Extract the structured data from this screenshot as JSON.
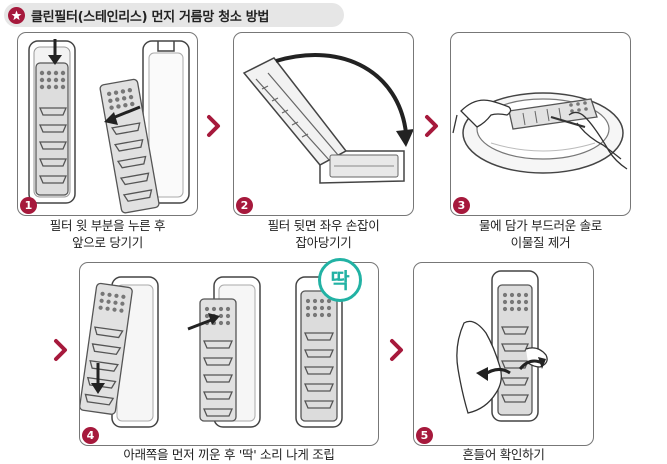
{
  "title": "클린필터(스테인리스) 먼지 거름망 청소 방법",
  "steps": [
    {
      "number": "1",
      "caption_line1": "필터 윗 부분을 누른 후",
      "caption_line2": "앞으로 당기기"
    },
    {
      "number": "2",
      "caption_line1": "필터 뒷면 좌우 손잡이",
      "caption_line2": "잡아당기기"
    },
    {
      "number": "3",
      "caption_line1": "물에 담가 부드러운 솔로",
      "caption_line2": "이물질 제거"
    },
    {
      "number": "4",
      "caption_line1": "아래쪽을 먼저 끼운 후 '딱' 소리 나게 조립",
      "caption_line2": ""
    },
    {
      "number": "5",
      "caption_line1": "흔들어 확인하기",
      "caption_line2": ""
    }
  ],
  "sound_badge": "딱",
  "colors": {
    "accent": "#a6193c",
    "sound": "#22b2a4",
    "border": "#777777"
  },
  "icons": [
    "star-icon",
    "chevron-right-icon"
  ]
}
